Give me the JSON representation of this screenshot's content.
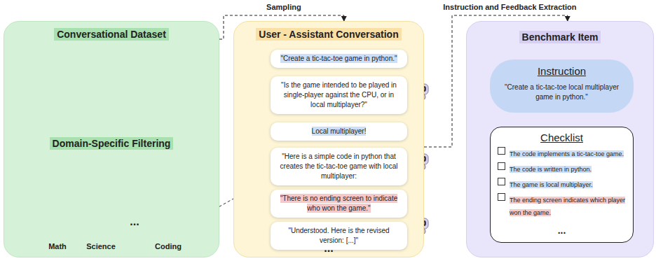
{
  "diagram": {
    "nodes": [
      {
        "text": [
          "Conversational Dataset",
          "Domain-Specific Filtering"
        ]
      },
      {
        "text": [
          "User - Assistant Conversation"
        ]
      },
      {
        "text": [
          "\"Create a tic-tac-toe game in python.\""
        ],
        "in": 1
      },
      {
        "text": [
          "\"Is the game intended to be played in single-player against the CPU, or in local multiplayer?\""
        ],
        "in": 1
      },
      {
        "text": [
          "Local multiplayer!"
        ],
        "in": 1
      },
      {
        "text": [
          "\"Here is a simple code in python that creates the tic-tac-toe game with local multiplayer:"
        ],
        "in": 1
      },
      {
        "text": [
          "\"There is no ending screen to indicate who won the game.\""
        ],
        "in": 1
      },
      {
        "text": [
          "\"Understood. Here is the revised version: [...]\""
        ],
        "in": 1
      },
      {
        "text": [
          "Benchmark Item"
        ]
      },
      {
        "text": [
          "Instruction",
          "\"Create a tic-tac-toe local multiplayer game in python.\""
        ],
        "in": 8
      },
      {
        "text": [
          "Checklist",
          "The code implements a tic-tac-toe game.",
          "The code is written in python.",
          "The game is local multiplayer.",
          "The ending screen indicates which player won the game.",
          "..."
        ],
        "in": 8
      }
    ],
    "edges": [
      {
        "from": 0,
        "to": 1,
        "label": "Sampling",
        "arrow": "to"
      },
      {
        "from": 1,
        "to": 8,
        "label": "Instruction and Feedback Extraction",
        "arrow": "to"
      }
    ],
    "labels": [
      "Math",
      "Science",
      "...",
      "Coding",
      "..."
    ]
  }
}
